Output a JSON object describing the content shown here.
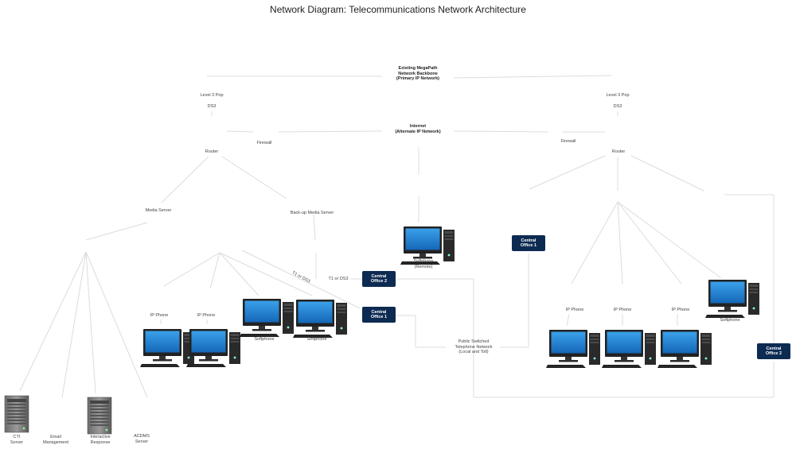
{
  "title": "Network Diagram: Telecommunications Network Architecture",
  "labels": {
    "backbone_1": "Existing MegaPath",
    "backbone_2": "Network Backbone",
    "backbone_3": "(Primary IP Network)",
    "internet_1": "Internet",
    "internet_2": "(Alternate IP Network)",
    "level3_left": "Level 3 Pop",
    "ds3_left": "DS3",
    "level3_right": "Level 3 Pop",
    "ds3_right": "DS3",
    "firewall_left": "Firewall",
    "firewall_right": "Firewall",
    "router_left": "Router",
    "router_right": "Router",
    "media_server": "Media Server",
    "backup_media_server": "Back-up Media Server",
    "t1_ds3_diag": "T1 or DS3",
    "t1_ds3": "T1 or DS3",
    "softphone_remote_1": "Softphone",
    "softphone_remote_2": "(Remote)",
    "ip_phone_1": "IP Phone",
    "ip_phone_2": "IP Phone",
    "softphone_1": "Softphone",
    "softphone_2": "Softphone",
    "pstn_1": "Public Switched",
    "pstn_2": "Telephone Network",
    "pstn_3": "(Local and Toll)",
    "ip_phone_r1": "IP Phone",
    "ip_phone_r2": "IP Phone",
    "ip_phone_r3": "IP Phone",
    "softphone_r": "Softphone",
    "cti_1": "CTI",
    "cti_2": "Server",
    "email_1": "Email",
    "email_2": "Management",
    "ivr_1": "Interactive",
    "ivr_2": "Response",
    "acdms_1": "ACDMS",
    "acdms_2": "Server"
  },
  "offices": {
    "co2_left_1": "Central",
    "co2_left_2": "Office 2",
    "co1_left_1": "Central",
    "co1_left_2": "Office 1",
    "co1_right_1": "Central",
    "co1_right_2": "Office 1",
    "co2_right_1": "Central",
    "co2_right_2": "Office 2"
  },
  "colors": {
    "office_fill": "#0d2b52",
    "link_line": "#d9d9d9",
    "monitor_screen": "#1e88d8"
  }
}
